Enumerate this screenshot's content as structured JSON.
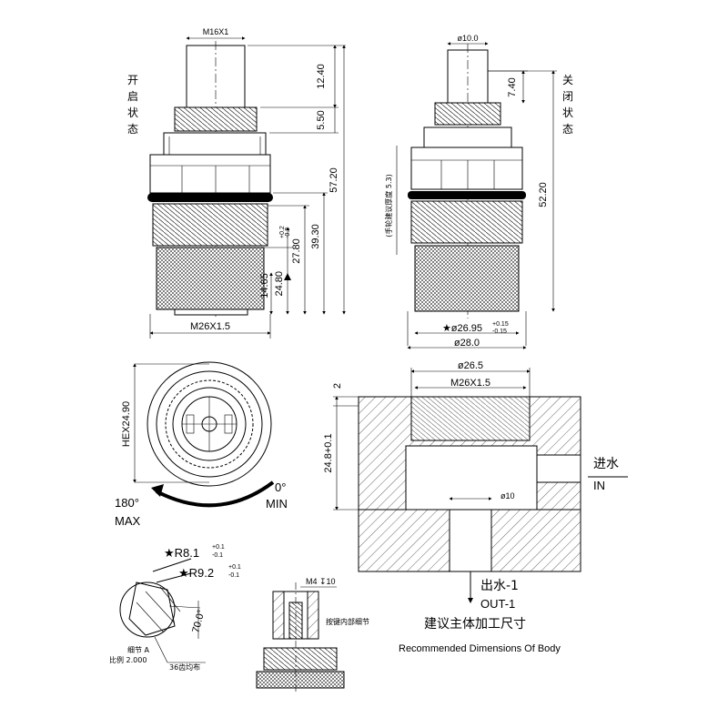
{
  "left_view": {
    "state_label": "开启状态",
    "dim_top": "M16X1",
    "dim_1240": "12.40",
    "dim_550": "5.50",
    "dim_5720": "57.20",
    "dim_3930": "39.30",
    "dim_2780": "27.80",
    "dim_2480": "24.80",
    "dim_2480_tol_up": "+0.2",
    "dim_2480_tol_dn": "-0.2",
    "dim_1465": "14.65",
    "dim_bottom": "M26X1.5"
  },
  "right_view": {
    "state_label": "关闭状态",
    "dim_top": "ø10.0",
    "dim_740": "7.40",
    "dim_5220": "52.20",
    "handwheel_note": "(手轮建议厚度 5.3)",
    "dim_2695": "★ø26.95",
    "dim_2695_tol_up": "+0.15",
    "dim_2695_tol_dn": "-0.15",
    "dim_280": "ø28.0"
  },
  "top_view": {
    "hex_label": "HEX24.90",
    "angle_max": "180°",
    "max_label": "MAX",
    "angle_min": "0°",
    "min_label": "MIN"
  },
  "section_view": {
    "dim_265": "ø26.5",
    "dim_thread": "M26X1.5",
    "dim_2": "2",
    "dim_248": "24.8+0.1",
    "dim_10": "ø10",
    "inlet_cn": "进水",
    "inlet_en": "IN",
    "outlet_cn": "出水-1",
    "outlet_en": "OUT-1",
    "caption_cn": "建议主体加工尺寸",
    "caption_en": "Recommended Dimensions Of Body"
  },
  "detail_view": {
    "r81": "★R8.1",
    "r81_up": "+0.1",
    "r81_dn": "-0.1",
    "r92": "★R9.2",
    "r92_up": "+0.1",
    "r92_dn": "-0.1",
    "angle": "70.0°",
    "detail_label": "细节 A",
    "scale_label": "比例 2.000",
    "teeth_label": "36齿均布"
  },
  "key_view": {
    "thread_label": "M4 ↧10",
    "caption": "按键内部细节"
  }
}
